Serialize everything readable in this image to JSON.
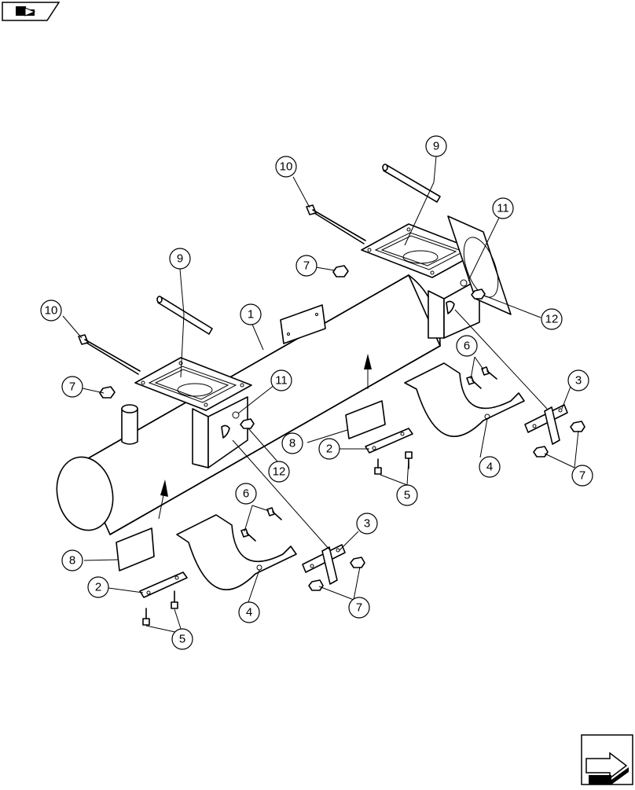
{
  "callouts": [
    {
      "id": "c1",
      "label": "1"
    },
    {
      "id": "c2a",
      "label": "2"
    },
    {
      "id": "c2b",
      "label": "2"
    },
    {
      "id": "c3a",
      "label": "3"
    },
    {
      "id": "c3b",
      "label": "3"
    },
    {
      "id": "c4a",
      "label": "4"
    },
    {
      "id": "c4b",
      "label": "4"
    },
    {
      "id": "c5a",
      "label": "5"
    },
    {
      "id": "c5b",
      "label": "5"
    },
    {
      "id": "c6a",
      "label": "6"
    },
    {
      "id": "c6b",
      "label": "6"
    },
    {
      "id": "c7a",
      "label": "7"
    },
    {
      "id": "c7b",
      "label": "7"
    },
    {
      "id": "c7c",
      "label": "7"
    },
    {
      "id": "c7d",
      "label": "7"
    },
    {
      "id": "c8a",
      "label": "8"
    },
    {
      "id": "c8b",
      "label": "8"
    },
    {
      "id": "c9a",
      "label": "9"
    },
    {
      "id": "c9b",
      "label": "9"
    },
    {
      "id": "c10a",
      "label": "10"
    },
    {
      "id": "c10b",
      "label": "10"
    },
    {
      "id": "c11a",
      "label": "11"
    },
    {
      "id": "c11b",
      "label": "11"
    },
    {
      "id": "c12a",
      "label": "12"
    },
    {
      "id": "c12b",
      "label": "12"
    }
  ],
  "nav": {
    "back_icon": "back-arrow-icon",
    "next_icon": "next-arrow-icon"
  }
}
